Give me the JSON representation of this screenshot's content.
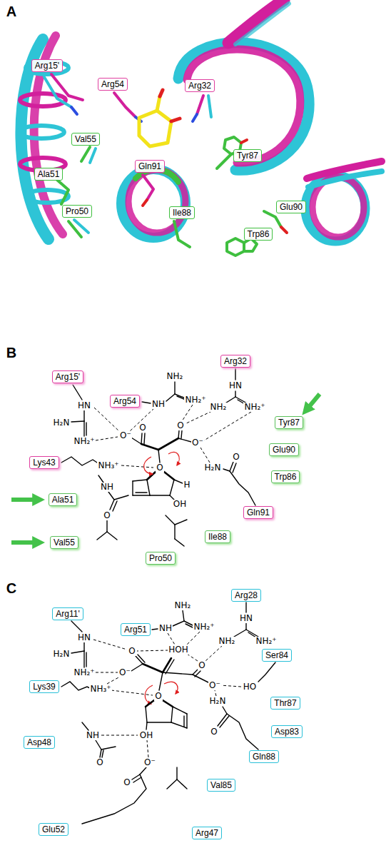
{
  "diagram": {
    "nodes": [
      {
        "text": [
          "Arg15'"
        ]
      },
      {
        "text": [
          "Arg54"
        ]
      },
      {
        "text": [
          "Arg32"
        ]
      },
      {
        "text": [
          "Val55"
        ]
      },
      {
        "text": [
          "Gln91"
        ]
      },
      {
        "text": [
          "Tyr87"
        ]
      },
      {
        "text": [
          "Ala51"
        ]
      },
      {
        "text": [
          "Ile88"
        ]
      },
      {
        "text": [
          "Glu90"
        ]
      },
      {
        "text": [
          "Pro50"
        ]
      },
      {
        "text": [
          "Trp86"
        ]
      },
      {
        "text": [
          "Arg32"
        ]
      },
      {
        "text": [
          "Arg15'"
        ]
      },
      {
        "text": [
          "Arg54"
        ]
      },
      {
        "text": [
          "Tyr87"
        ]
      },
      {
        "text": [
          "Lys43"
        ]
      },
      {
        "text": [
          "Glu90"
        ]
      },
      {
        "text": [
          "Trp86"
        ]
      },
      {
        "text": [
          "Gln91"
        ]
      },
      {
        "text": [
          "Ala51"
        ]
      },
      {
        "text": [
          "Ile88"
        ]
      },
      {
        "text": [
          "Val55"
        ]
      },
      {
        "text": [
          "Pro50"
        ]
      },
      {
        "text": [
          "Arg11'"
        ]
      },
      {
        "text": [
          "Arg51"
        ]
      },
      {
        "text": [
          "Arg28"
        ]
      },
      {
        "text": [
          "Ser84"
        ]
      },
      {
        "text": [
          "Lys39"
        ]
      },
      {
        "text": [
          "Thr87"
        ]
      },
      {
        "text": [
          "Asp83"
        ]
      },
      {
        "text": [
          "Asp48"
        ]
      },
      {
        "text": [
          "Gln88"
        ]
      },
      {
        "text": [
          "Val85"
        ]
      },
      {
        "text": [
          "Glu52"
        ]
      },
      {
        "text": [
          "Arg47"
        ]
      }
    ],
    "labels": [
      "A",
      "B",
      "C",
      "HN",
      "NH₂",
      "NH₂⁺",
      "NH",
      "NH₂",
      "NH₂⁺",
      "HN",
      "H₂N",
      "NH₂⁺",
      "NH₃⁺",
      "O⁻",
      "O",
      "O",
      "O⁻",
      "O",
      "H",
      "OH",
      "H₂N",
      "O",
      "NH",
      "O",
      "HN",
      "NH₂",
      "NH₂⁺",
      "NH",
      "NH₂",
      "NH₂⁺",
      "HN",
      "H₂N",
      "NH₂⁺",
      "HOH",
      "O",
      "O⁻",
      "O",
      "O⁻",
      "NH₃⁺",
      "HO",
      "H₂N",
      "O",
      "O",
      "OH",
      "NH",
      "O",
      "O⁻",
      "O"
    ]
  }
}
